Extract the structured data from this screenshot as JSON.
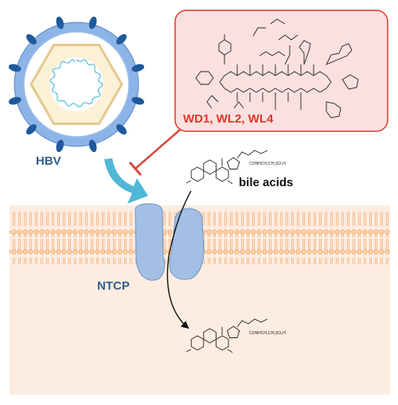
{
  "labels": {
    "virus": "HBV",
    "receptor": "NTCP",
    "inhibitors": "WD1, WL2, WL4",
    "substrate": "bile acids"
  },
  "structure_text": {
    "taurine_tail": "CONHCH₂CH₂SO₃H"
  },
  "colors": {
    "inhibitor_red": "#e0352b",
    "label_blue": "#2f5f92",
    "receptor_fill": "#a3bfe4",
    "membrane_orange": "#f2b276",
    "cytoplasm": "#fdece0",
    "arrow_teal": "#50b8d6"
  }
}
